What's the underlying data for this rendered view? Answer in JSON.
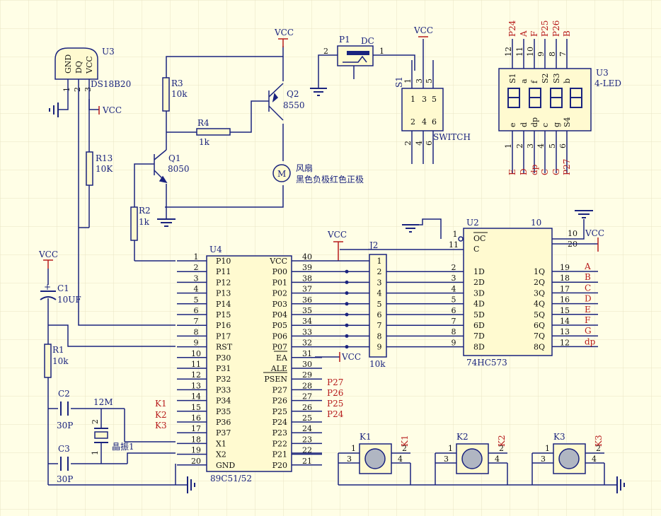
{
  "colors": {
    "background": "#fffee6",
    "wire": "#1a237e",
    "component": "#1a237e",
    "body": "#fffad0",
    "power": "#b71c1c",
    "net": "#b71c1c",
    "pin": "#111111"
  },
  "labels": {
    "vcc": "VCC",
    "u3_sensor": {
      "designator": "U3",
      "part": "DS18B20",
      "pins": [
        "GND",
        "DQ",
        "VCC"
      ],
      "numbers": [
        "1",
        "2",
        "3"
      ]
    },
    "r13": {
      "designator": "R13",
      "value": "10K"
    },
    "r3": {
      "designator": "R3",
      "value": "10k"
    },
    "r4": {
      "designator": "R4",
      "value": "1k"
    },
    "r2": {
      "designator": "R2",
      "value": "1k"
    },
    "r1": {
      "designator": "R1",
      "value": "10k"
    },
    "q1": {
      "designator": "Q1",
      "part": "8050"
    },
    "q2": {
      "designator": "Q2",
      "part": "8550"
    },
    "motor": {
      "symbol": "M",
      "line1": "风扇",
      "line2": "黑色负极红色正极"
    },
    "p1": {
      "designator": "P1",
      "part": "DC",
      "pin_left": "2",
      "pin_right": "1"
    },
    "s1": {
      "designator": "S1",
      "part": "SWITCH",
      "top_pins": [
        "1",
        "3",
        "5"
      ],
      "bottom_pins": [
        "2",
        "4",
        "6"
      ],
      "body_top": [
        "1",
        "3",
        "5"
      ],
      "body_bottom": [
        "2",
        "4",
        "6"
      ]
    },
    "u3_led": {
      "designator": "U3",
      "part": "4-LED",
      "top_nets": [
        "P24",
        "A",
        "F",
        "P25",
        "P26",
        "B"
      ],
      "top_nums": [
        "12",
        "11",
        "10",
        "9",
        "8",
        "7"
      ],
      "top_inner": [
        "S1",
        "a",
        "f",
        "S2",
        "S3",
        "b"
      ],
      "bottom_inner": [
        "e",
        "d",
        "dp",
        "c",
        "g",
        "S4"
      ],
      "bottom_nums": [
        "1",
        "2",
        "3",
        "4",
        "5",
        "6"
      ],
      "bottom_nets": [
        "E",
        "D",
        "dp",
        "C",
        "G",
        "P27"
      ]
    },
    "c1": {
      "designator": "C1",
      "value": "10UF"
    },
    "c2": {
      "designator": "C2",
      "value": "30P"
    },
    "c3": {
      "designator": "C3",
      "value": "30P"
    },
    "crystal": {
      "freq": "12M",
      "name": "晶振1",
      "pin1": "1",
      "pin2": "2"
    },
    "u4": {
      "designator": "U4",
      "part": "89C51/52",
      "left_nums": [
        "1",
        "2",
        "3",
        "4",
        "5",
        "6",
        "7",
        "8",
        "9",
        "10",
        "11",
        "12",
        "13",
        "14",
        "15",
        "16",
        "17",
        "18",
        "19",
        "20"
      ],
      "left_names": [
        "P10",
        "P11",
        "P12",
        "P13",
        "P14",
        "P15",
        "P16",
        "P17",
        "RST",
        "P30",
        "P31",
        "P32",
        "P33",
        "P34",
        "P35",
        "P36",
        "P37",
        "X1",
        "X2",
        "GND"
      ],
      "right_nums": [
        "40",
        "39",
        "38",
        "37",
        "36",
        "35",
        "34",
        "33",
        "32",
        "31",
        "30",
        "29",
        "28",
        "27",
        "26",
        "25",
        "24",
        "23",
        "22",
        "21"
      ],
      "right_names": [
        "VCC",
        "P00",
        "P01",
        "P02",
        "P03",
        "P04",
        "P05",
        "P06",
        "P07",
        "EA",
        "ALE",
        "PSEN",
        "P27",
        "P26",
        "P25",
        "P24",
        "P23",
        "P22",
        "P21",
        "P20"
      ]
    },
    "k_nets": [
      "K1",
      "K2",
      "K3"
    ],
    "p2_nets": [
      "P27",
      "P26",
      "P25",
      "P24"
    ],
    "j2": {
      "designator": "J2",
      "value": "10k",
      "nums": [
        "1",
        "2",
        "3",
        "4",
        "5",
        "6",
        "7",
        "8",
        "9"
      ]
    },
    "u2": {
      "designator": "U2",
      "part": "74HC573",
      "pin10": "10",
      "left_nums": [
        "1",
        "11",
        "2",
        "3",
        "4",
        "5",
        "6",
        "7",
        "8",
        "9"
      ],
      "left_names": [
        "OC",
        "C",
        "1D",
        "2D",
        "3D",
        "4D",
        "5D",
        "6D",
        "7D",
        "8D"
      ],
      "right_nums": [
        "10",
        "20",
        "19",
        "18",
        "17",
        "16",
        "15",
        "14",
        "13",
        "12"
      ],
      "right_names": [
        "1Q",
        "2Q",
        "3Q",
        "4Q",
        "5Q",
        "6Q",
        "7Q",
        "8Q"
      ],
      "out_nets": [
        "A",
        "B",
        "C",
        "D",
        "E",
        "F",
        "G",
        "dp"
      ]
    },
    "keys": [
      {
        "designator": "K1",
        "net": "K1",
        "pins": [
          "1",
          "2",
          "3",
          "4"
        ]
      },
      {
        "designator": "K2",
        "net": "K2",
        "pins": [
          "1",
          "2",
          "3",
          "4"
        ]
      },
      {
        "designator": "K3",
        "net": "K3",
        "pins": [
          "1",
          "2",
          "3",
          "4"
        ]
      }
    ]
  }
}
